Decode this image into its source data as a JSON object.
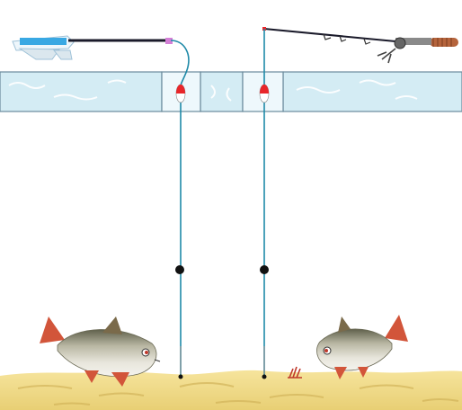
{
  "title": "",
  "colors": {
    "ice_fill": "#d4ecf4",
    "ice_edge": "#6a8a9c",
    "hole_water": "#eef8fc",
    "line": "#1f8aa8",
    "sinker": "#111111",
    "float_red": "#e8262a",
    "float_white": "#ffffff",
    "sand": "#f1dc8e",
    "sand_shadow": "#d9bf63",
    "fish_body": "#c9c5b4",
    "fish_back": "#6b6a55",
    "fish_fins": "#d2553a",
    "reel_handle": "#b5643c",
    "rod_tip_blue": "#39a8e3"
  },
  "icons": {
    "left_rod": "winter-rod-icon",
    "right_rod": "spinning-rod-icon",
    "fish": "roach-fish-icon",
    "float": "float-bobber-icon",
    "sinker": "sinker-icon",
    "hook": "hook-icon",
    "jig": "treble-jig-icon"
  },
  "rigs": [
    {
      "name": "rig-left",
      "float": true,
      "sinker": true,
      "hook": "single"
    },
    {
      "name": "rig-right",
      "float": true,
      "sinker": true,
      "hook": "treble"
    }
  ]
}
